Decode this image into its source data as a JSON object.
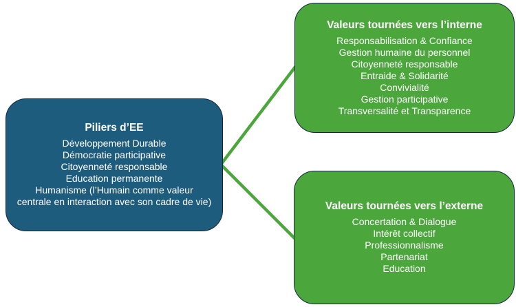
{
  "diagram": {
    "pillars_box": {
      "title": "Piliers d’EE",
      "items": [
        "Développement Durable",
        "Démocratie participative",
        "Citoyenneté responsable",
        "Education permanente",
        "Humanisme (l’Humain comme valeur\ncentrale en interaction avec son cadre de vie)"
      ]
    },
    "internal_values_box": {
      "title": "Valeurs tournées vers l’interne",
      "items": [
        "Responsabilisation & Confiance",
        "Gestion humaine du personnel",
        "Citoyenneté responsable",
        "Entraide & Solidarité",
        "Convivialité",
        "Gestion participative",
        "Transversalité et Transparence"
      ]
    },
    "external_values_box": {
      "title": "Valeurs tournées vers l’externe",
      "items": [
        "Concertation & Dialogue",
        "Intérêt collectif",
        "Professionnalisme",
        "Partenariat",
        "Education"
      ]
    },
    "colors": {
      "pillars_fill": "#1E5C7E",
      "values_fill": "#4BA63C",
      "box_border": "#12293A",
      "connector": "#4BA63C",
      "text": "#FFFFFF",
      "background": "#FFFFFF"
    }
  }
}
